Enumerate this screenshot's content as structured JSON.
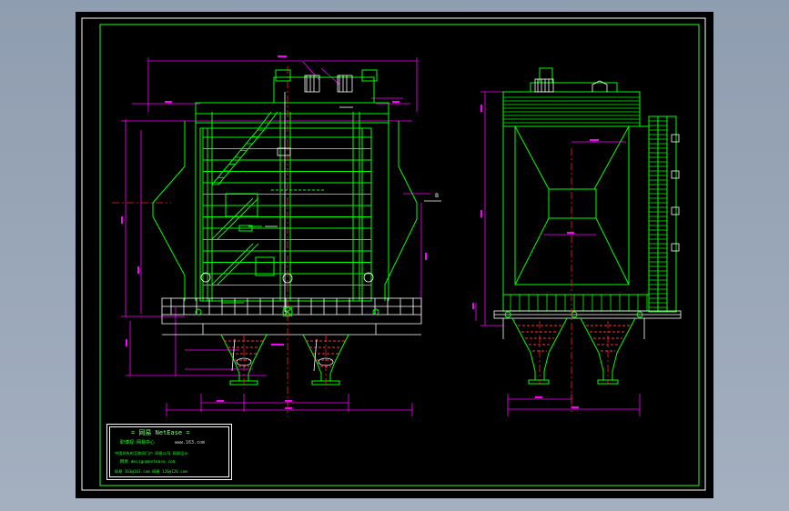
{
  "colors": {
    "viewport_bg": "#98a6b8",
    "sheet_bg": "#000000",
    "frame": "#ffffff",
    "structure": "#00ff00",
    "dimension": "#ff00ff",
    "centerline": "#ff2020",
    "hopper_hatch": "#ff3333",
    "equipment": "#ffffff",
    "title_text": "#22ff22"
  },
  "section_marker": "B",
  "title_block": {
    "brand_line": "= 网易 NetEase =",
    "line2_left": "职博视 网易中心",
    "line2_right": "www.163.com",
    "line3": "中国领先的互联网门户 网易公司 网易设计",
    "line4": "网易 design@netease.com",
    "line5": "网易 163@163.com  网易 126@126.com"
  }
}
